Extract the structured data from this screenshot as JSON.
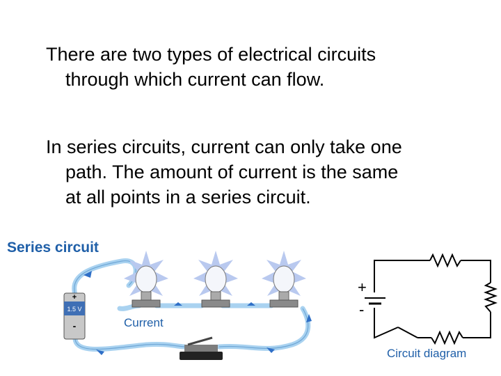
{
  "slide": {
    "paragraph1": {
      "line1": "There are two types of electrical circuits",
      "line2": "through which current can flow."
    },
    "paragraph2": {
      "line1": "In series circuits, current can only take one",
      "line2": "path. The amount of current is the same",
      "line3": "at all points in a series circuit."
    }
  },
  "series_figure": {
    "title": "Series circuit",
    "battery_plus": "+",
    "battery_voltage": "1.5 V",
    "battery_minus": "-",
    "current_label": "Current",
    "colors": {
      "title": "#1f5fa8",
      "wire": "#a9d2f0",
      "arrow": "#2f6fc7",
      "glow": "#b9c9ef"
    }
  },
  "diagram_figure": {
    "plus": "+",
    "minus": "-",
    "caption": "Circuit diagram",
    "colors": {
      "caption": "#1f5fa8",
      "line": "#000000"
    }
  }
}
